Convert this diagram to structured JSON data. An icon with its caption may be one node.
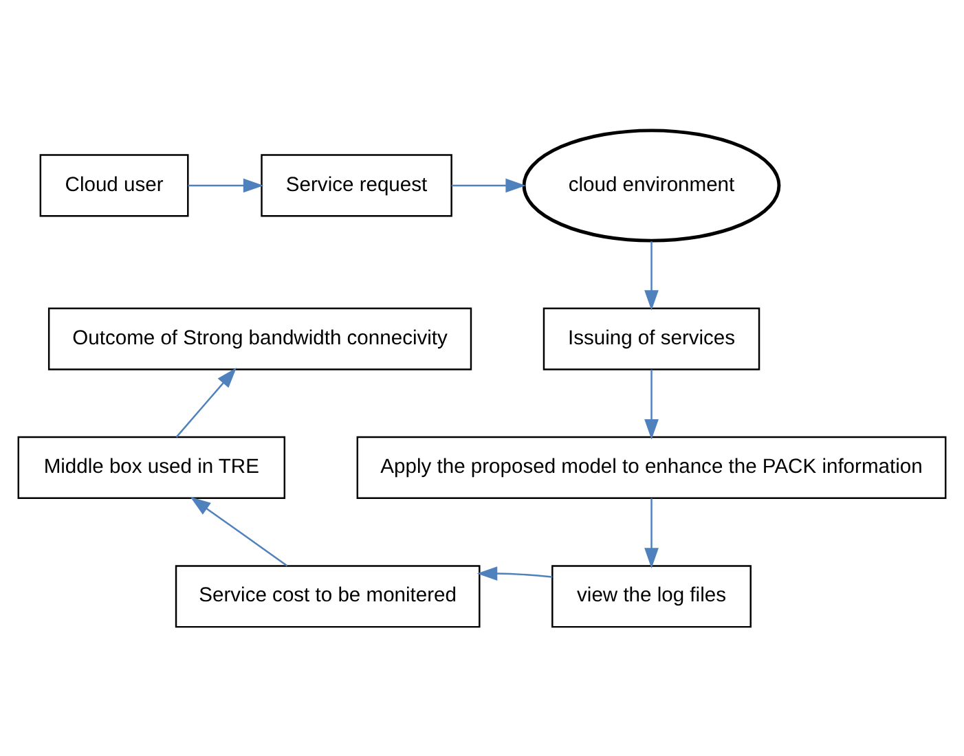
{
  "diagram": {
    "nodes": [
      {
        "text": [
          "Cloud user"
        ]
      },
      {
        "text": [
          "Service request"
        ]
      },
      {
        "text": [
          "cloud environment"
        ]
      },
      {
        "text": [
          "Issuing of services"
        ]
      },
      {
        "text": [
          "Apply the proposed model to enhance the PACK information"
        ]
      },
      {
        "text": [
          "view the log files"
        ]
      },
      {
        "text": [
          "Service cost to be monitered"
        ]
      },
      {
        "text": [
          "Middle box used in TRE"
        ]
      },
      {
        "text": [
          "Outcome of Strong bandwidth connecivity"
        ]
      }
    ],
    "edges": [
      {
        "from": 0,
        "to": 1,
        "arrow": "to"
      },
      {
        "from": 1,
        "to": 2,
        "arrow": "to"
      },
      {
        "from": 2,
        "to": 3,
        "arrow": "to"
      },
      {
        "from": 3,
        "to": 4,
        "arrow": "to"
      },
      {
        "from": 4,
        "to": 5,
        "arrow": "to"
      },
      {
        "from": 5,
        "to": 6,
        "arrow": "to"
      },
      {
        "from": 6,
        "to": 7,
        "arrow": "to"
      },
      {
        "from": 7,
        "to": 8,
        "arrow": "to"
      }
    ]
  }
}
